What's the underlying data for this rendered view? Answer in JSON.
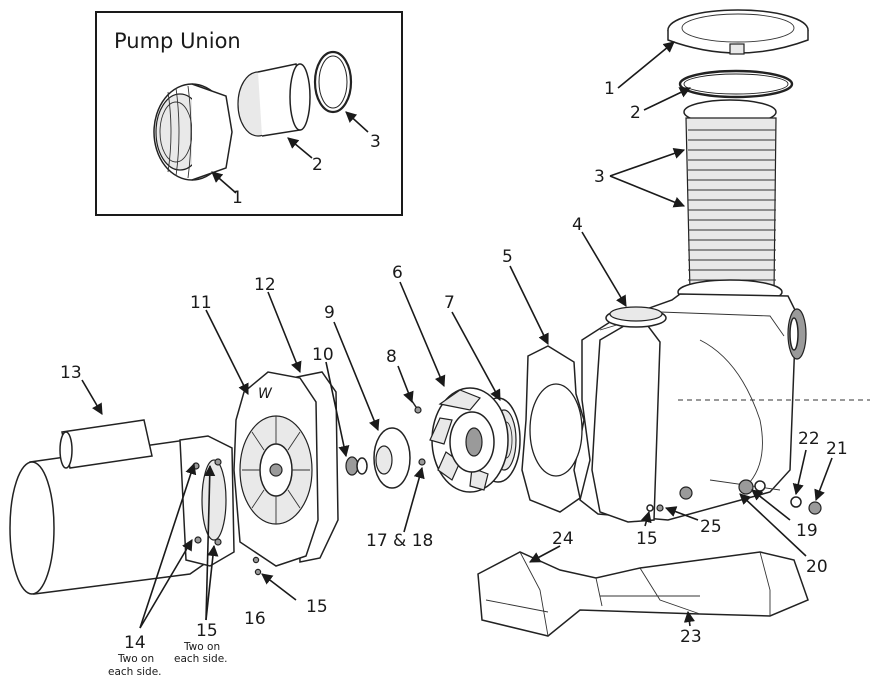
{
  "inset": {
    "title": "Pump Union",
    "labels": [
      "1",
      "2",
      "3"
    ]
  },
  "callouts": {
    "p1": "1",
    "p2": "2",
    "p3": "3",
    "p4": "4",
    "p5": "5",
    "p6": "6",
    "p7": "7",
    "p8": "8",
    "p9": "9",
    "p10": "10",
    "p11": "11",
    "p12": "12",
    "p13": "13",
    "p14": "14",
    "p15a": "15",
    "p15b": "15",
    "p15c": "15",
    "p16": "16",
    "p17_18": "17 & 18",
    "p19": "19",
    "p20": "20",
    "p21": "21",
    "p22": "22",
    "p23": "23",
    "p24": "24",
    "p25": "25"
  },
  "notes": {
    "n14_line1": "Two on",
    "n14_line2": "each side.",
    "n15_line1": "Two on",
    "n15_line2": "each side."
  }
}
